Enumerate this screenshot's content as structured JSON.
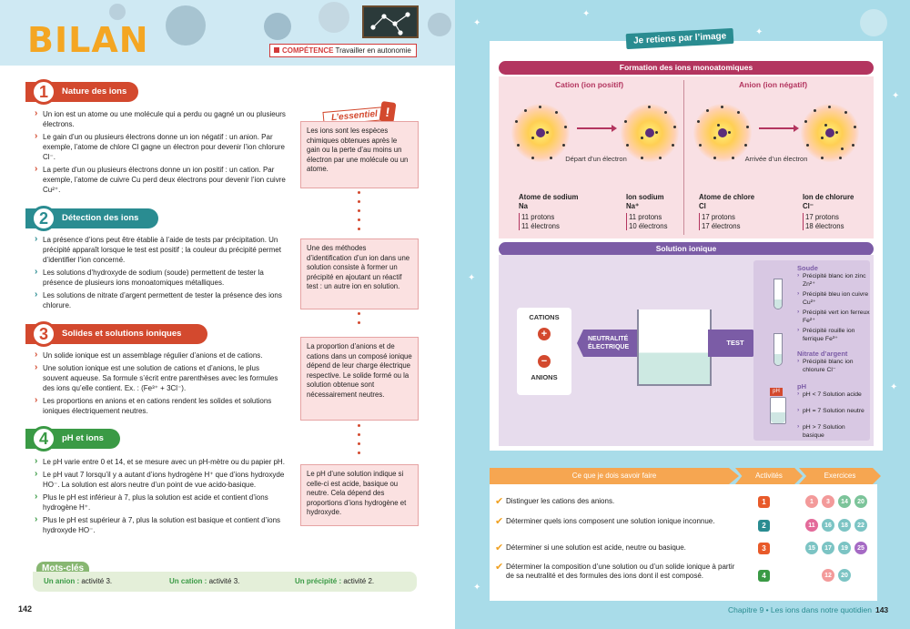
{
  "header": {
    "title": "BILAN",
    "competence_label": "COMPÉTENCE",
    "competence_text": "Travailler en autonomie"
  },
  "sections": [
    {
      "num": "1",
      "title": "Nature des ions",
      "bullets": [
        "Un ion est un atome ou une molécule qui a perdu ou gagné un ou plusieurs électrons.",
        "Le gain d’un ou plusieurs électrons donne un ion négatif : un anion. Par exemple, l’atome de chlore Cl gagne un électron pour devenir l’ion chlorure Cl⁻.",
        "La perte d’un ou plusieurs électrons donne un ion positif : un cation. Par exemple, l’atome de cuivre Cu perd deux électrons pour devenir l’ion cuivre Cu²⁺."
      ],
      "essentiel": "Les ions sont les espèces chimiques obtenues après le gain ou la perte d’au moins un électron par une molécule ou un atome."
    },
    {
      "num": "2",
      "title": "Détection des ions",
      "bullets": [
        "La présence d’ions peut être établie à l’aide de tests par précipitation. Un précipité apparaît lorsque le test est positif ; la couleur du précipité permet d’identifier l’ion concerné.",
        "Les solutions d’hydroxyde de sodium (soude) permettent de tester la présence de plusieurs ions monoatomiques métalliques.",
        "Les solutions de nitrate d’argent permettent de tester la présence des ions chlorure."
      ],
      "essentiel": "Une des méthodes d’identification d’un ion dans une solution consiste à former un précipité en ajoutant un réactif test : un autre ion en solution."
    },
    {
      "num": "3",
      "title": "Solides et solutions ioniques",
      "bullets": [
        "Un solide ionique est un assemblage régulier d’anions et de cations.",
        "Une solution ionique est une solution de cations et d’anions, le plus souvent aqueuse. Sa formule s’écrit entre parenthèses avec les formules des ions qu’elle contient. Ex. : (Fe³⁺ + 3Cl⁻).",
        "Les proportions en anions et en cations rendent les solides et solutions ioniques électriquement neutres."
      ],
      "essentiel": "La proportion d’anions et de cations dans un composé ionique dépend de leur charge électrique respective. Le solide formé ou la solution obtenue sont nécessairement neutres."
    },
    {
      "num": "4",
      "title": "pH et ions",
      "bullets": [
        "Le pH varie entre 0 et 14, et se mesure avec un pH-mètre ou du papier pH.",
        "Le pH vaut 7 lorsqu’il y a autant d’ions hydrogène H⁺ que d’ions hydroxyde HO⁻. La solution est alors neutre d’un point de vue acido-basique.",
        "Plus le pH est inférieur à 7, plus la solution est acide et contient d’ions hydrogène H⁺.",
        "Plus le pH est supérieur à 7, plus la solution est basique et contient d’ions hydroxyde HO⁻."
      ],
      "essentiel": "Le pH d’une solution indique si celle-ci est acide, basique ou neutre. Cela dépend des proportions d’ions hydrogène et hydroxyde."
    }
  ],
  "essentiel_label": "L’essentiel",
  "motscles": {
    "title": "Mots-clés",
    "items": [
      {
        "kw": "Un anion :",
        "ref": "activité 3."
      },
      {
        "kw": "Un cation :",
        "ref": "activité 3."
      },
      {
        "kw": "Un précipité :",
        "ref": "activité 2."
      }
    ]
  },
  "page_left": "142",
  "right": {
    "retiens_title": "Je retiens par l’image",
    "formation_title": "Formation des ions monoatomiques",
    "cation_head": "Cation (ion positif)",
    "anion_head": "Anion (ion négatif)",
    "depart": "Départ d’un électron",
    "arrivee": "Arrivée d’un électron",
    "atoms": [
      {
        "name": "Atome de sodium",
        "symbol": "Na",
        "protons": "11 protons",
        "electrons": "11 électrons"
      },
      {
        "name": "Ion sodium",
        "symbol": "Na⁺",
        "protons": "11 protons",
        "electrons": "10 électrons"
      },
      {
        "name": "Atome de chlore",
        "symbol": "Cl",
        "protons": "17 protons",
        "electrons": "17 électrons"
      },
      {
        "name": "Ion de chlorure",
        "symbol": "Cl⁻",
        "protons": "17 protons",
        "electrons": "18 électrons"
      }
    ],
    "solution_title": "Solution ionique",
    "cations": "CATIONS",
    "anions": "ANIONS",
    "neutralite": "NEUTRALITÉ ÉLECTRIQUE",
    "test": "TEST",
    "soude_head": "Soude",
    "soude_items": [
      "Précipité blanc ion zinc Zn²⁺",
      "Précipité bleu ion cuivre Cu²⁺",
      "Précipité vert ion ferreux Fe²⁺",
      "Précipité rouille ion ferrique Fe³⁺"
    ],
    "nitrate_head": "Nitrate d’argent",
    "nitrate_items": [
      "Précipité blanc ion chlorure Cl⁻"
    ],
    "ph_head": "pH",
    "ph_items": [
      "pH < 7 Solution acide",
      "pH = 7 Solution neutre",
      "pH > 7 Solution basique"
    ],
    "ph_strip": "pH",
    "table": {
      "col1": "Ce que je dois savoir faire",
      "col2": "Activités",
      "col3": "Exercices",
      "rows": [
        {
          "text": "Distinguer les cations des anions.",
          "act": "1",
          "act_color": "#e85a2a",
          "ex": [
            "1",
            "3",
            "14",
            "20"
          ],
          "ex_colors": [
            "#f39a9a",
            "#f39a9a",
            "#7cc49a",
            "#7cc49a"
          ]
        },
        {
          "text": "Déterminer quels ions composent une solution ionique inconnue.",
          "act": "2",
          "act_color": "#2a8c91",
          "ex": [
            "11",
            "16",
            "18",
            "22"
          ],
          "ex_colors": [
            "#e36a9a",
            "#7cc4c4",
            "#7cc4c4",
            "#7cc4c4"
          ]
        },
        {
          "text": "Déterminer si une solution est acide, neutre ou basique.",
          "act": "3",
          "act_color": "#e85a2a",
          "ex": [
            "15",
            "17",
            "19",
            "25"
          ],
          "ex_colors": [
            "#7cc4c4",
            "#7cc4c4",
            "#7cc4c4",
            "#a56ac4"
          ]
        },
        {
          "text": "Déterminer la composition d’une solution ou d’un solide ionique à partir de sa neutralité et des formules des ions dont il est composé.",
          "act": "4",
          "act_color": "#3a9a45",
          "ex": [
            "12",
            "20"
          ],
          "ex_colors": [
            "#f39a9a",
            "#7cc4c4"
          ]
        }
      ]
    },
    "chapter": "Chapitre 9 • Les ions dans notre quotidien",
    "page_right": "143"
  }
}
